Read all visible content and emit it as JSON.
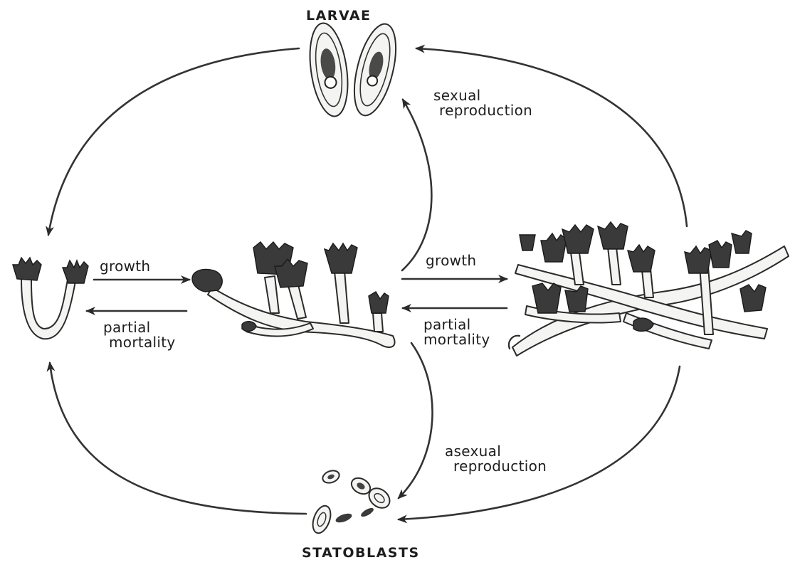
{
  "labels": {
    "larvae": "LARVAE",
    "statoblasts": "STATOBLASTS",
    "sexual_reproduction": [
      "sexual",
      "reproduction"
    ],
    "asexual_reproduction": [
      "asexual",
      "reproduction"
    ],
    "growth_left": "growth",
    "growth_right": "growth",
    "partial_mortality_left": [
      "partial",
      "mortality"
    ],
    "partial_mortality_right": [
      "partial",
      "mortality"
    ]
  },
  "colors": {
    "ink": "#2a2a2a",
    "background": "#ffffff"
  }
}
